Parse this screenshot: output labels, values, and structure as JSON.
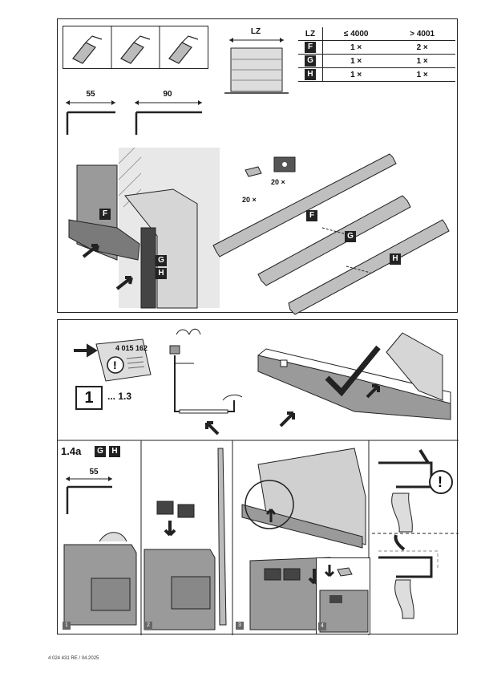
{
  "top_panel": {
    "lz_label": "LZ",
    "table": {
      "headers": [
        "LZ",
        "≤ 4000",
        "> 4001"
      ],
      "rows": [
        {
          "part": "F",
          "le4000": "1 ×",
          "gt4001": "2 ×"
        },
        {
          "part": "G",
          "le4000": "1 ×",
          "gt4001": "1 ×"
        },
        {
          "part": "H",
          "le4000": "1 ×",
          "gt4001": "1 ×"
        }
      ]
    },
    "dims": {
      "left": "55",
      "right": "90"
    },
    "parts": {
      "f": "F",
      "g": "G",
      "h": "H"
    },
    "qty": {
      "clip": "20 ×",
      "pad": "20 ×"
    }
  },
  "middle_panel": {
    "doc_number": "4 015 162",
    "step_box": "1",
    "step_range": "... 1.3"
  },
  "bottom_panel": {
    "step_title": "1.4a",
    "tags": [
      "G",
      "H"
    ],
    "dim": "55",
    "substeps": [
      "1",
      "2",
      "3",
      "4"
    ]
  },
  "footer": {
    "text": "4 024 431  RE / 04.2025"
  },
  "colors": {
    "panel_fill": "#c8c8c8",
    "dark": "#222222",
    "mid_grey": "#8a8a8a"
  }
}
